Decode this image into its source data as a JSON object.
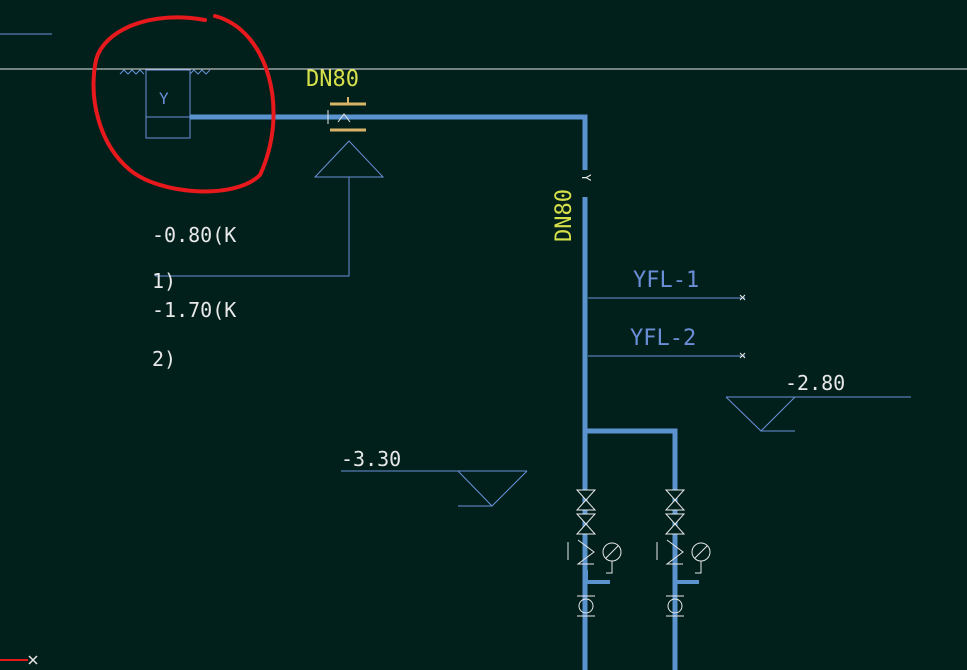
{
  "drawing": {
    "labels": {
      "dn80_top": "DN80",
      "dn80_vertical": "DN80",
      "y_box": "Y",
      "y_riser": "Y",
      "elev_k1_value": "-0.80(K",
      "elev_k1_suffix": "1)",
      "elev_k2_value": "-1.70(K",
      "elev_k2_suffix": "2)",
      "yfl1": "YFL-1",
      "yfl2": "YFL-2",
      "level_right": "-2.80",
      "level_left": "-3.30"
    },
    "colors": {
      "background": "#02201b",
      "pipe": "#5b93cf",
      "line": "#6a8fd8",
      "text_white": "#e8e8e8",
      "text_yellow": "#d6e04a",
      "tan": "#d8b46a",
      "annotation_red": "#e8191c"
    }
  }
}
